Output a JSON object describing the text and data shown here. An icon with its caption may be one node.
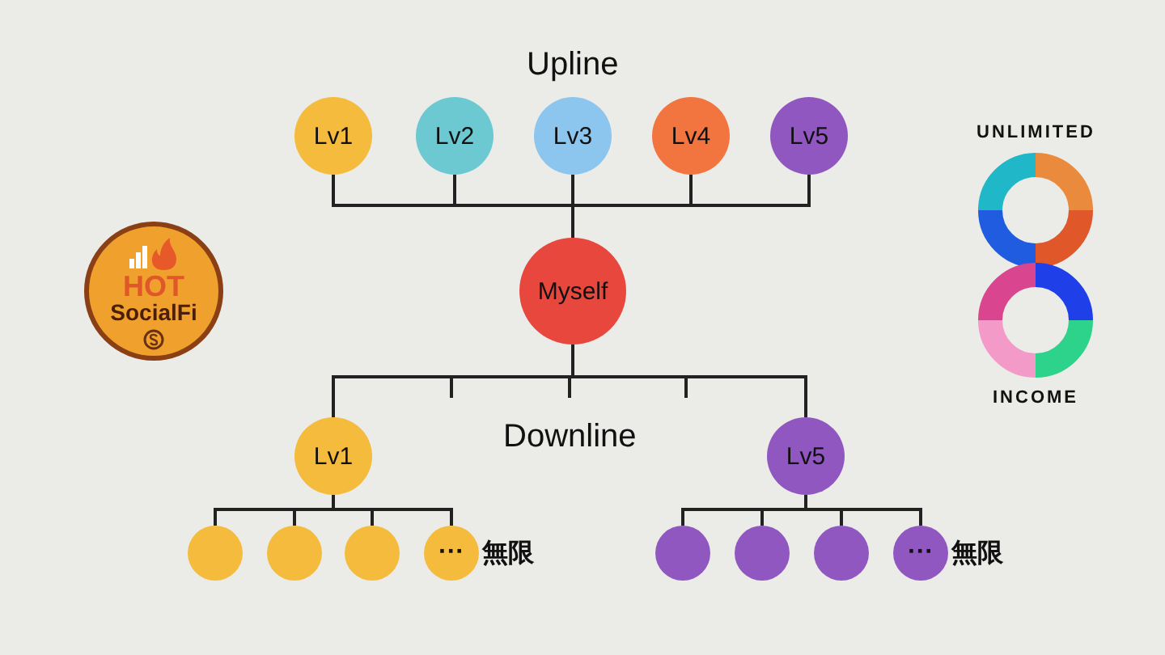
{
  "diagram": {
    "nodes": [
      {
        "text": [
          "Lv1"
        ]
      },
      {
        "text": [
          "Lv2"
        ]
      },
      {
        "text": [
          "Lv3"
        ]
      },
      {
        "text": [
          "Lv4"
        ]
      },
      {
        "text": [
          "Lv5"
        ]
      },
      {
        "text": [
          "Myself"
        ]
      },
      {
        "text": [
          "Lv1"
        ]
      },
      {
        "text": [
          "Lv5"
        ]
      },
      {
        "text": [],
        "shape": "circle"
      },
      {
        "text": [],
        "shape": "circle"
      },
      {
        "text": [],
        "shape": "circle"
      },
      {
        "text": [
          "···"
        ],
        "beside": [
          "無限"
        ]
      },
      {
        "text": [],
        "shape": "circle"
      },
      {
        "text": [],
        "shape": "circle"
      },
      {
        "text": [],
        "shape": "circle"
      },
      {
        "text": [
          "···"
        ],
        "beside": [
          "無限"
        ]
      },
      {
        "text": [
          "HOT",
          "SocialFi"
        ]
      }
    ],
    "edges": [
      {
        "from": 0,
        "to": 5,
        "arrow": "none"
      },
      {
        "from": 1,
        "to": 5,
        "arrow": "none"
      },
      {
        "from": 2,
        "to": 5,
        "arrow": "none"
      },
      {
        "from": 3,
        "to": 5,
        "arrow": "none"
      },
      {
        "from": 4,
        "to": 5,
        "arrow": "none"
      },
      {
        "from": 5,
        "to": 6,
        "arrow": "none"
      },
      {
        "from": 5,
        "to": null,
        "arrow": "none"
      },
      {
        "from": 5,
        "to": null,
        "arrow": "none"
      },
      {
        "from": 5,
        "to": null,
        "arrow": "none"
      },
      {
        "from": 5,
        "to": 7,
        "arrow": "none"
      },
      {
        "from": 6,
        "to": 8,
        "arrow": "none"
      },
      {
        "from": 6,
        "to": 9,
        "arrow": "none"
      },
      {
        "from": 6,
        "to": 10,
        "arrow": "none"
      },
      {
        "from": 6,
        "to": 11,
        "arrow": "none"
      },
      {
        "from": 7,
        "to": 12,
        "arrow": "none"
      },
      {
        "from": 7,
        "to": 13,
        "arrow": "none"
      },
      {
        "from": 7,
        "to": 14,
        "arrow": "none"
      },
      {
        "from": 7,
        "to": 15,
        "arrow": "none"
      }
    ],
    "labels": [
      "Upline",
      "Downline",
      "UNLIMITED",
      "INCOME"
    ]
  }
}
